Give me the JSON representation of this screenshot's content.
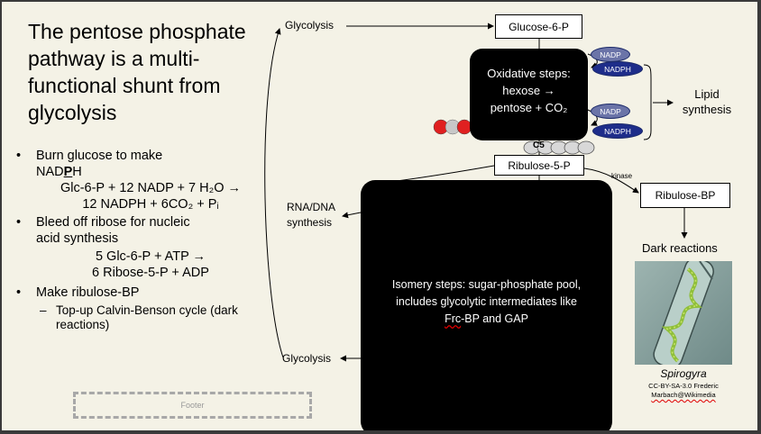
{
  "title": "The pentose phosphate pathway is a multi-functional shunt from glycolysis",
  "bullets": {
    "b1_line1": "Burn glucose to make",
    "b1_line2_pre": "NAD",
    "b1_line2_bold": "P",
    "b1_line2_post": "H",
    "b1_eq1": "Glc-6-P + 12 NADP + 7 H₂O →",
    "b1_eq2": "12 NADPH + 6CO₂ + Pᵢ",
    "b2_line1": "Bleed off ribose for nucleic",
    "b2_line2": "acid synthesis",
    "b2_eq1": "5 Glc-6-P + ATP →",
    "b2_eq2": "6 Ribose-5-P + ADP",
    "b3": "Make ribulose-BP",
    "b3_sub": "Top-up Calvin-Benson cycle (dark reactions)"
  },
  "footer": "Footer",
  "diagram": {
    "glycolysis_top": "Glycolysis",
    "glycolysis_bottom": "Glycolysis",
    "glucose6p": "Glucose-6-P",
    "oxidative_line1": "Oxidative steps:",
    "oxidative_line2": "hexose →",
    "oxidative_line3": "pentose + CO₂",
    "nadp": "NADP",
    "nadph": "NADPH",
    "lipid": "Lipid synthesis",
    "c5": "C5",
    "ribulose5p": "Ribulose-5-P",
    "kinase": "kinase",
    "ribulosebp": "Ribulose-BP",
    "dark_reactions": "Dark reactions",
    "rna_dna": "RNA/DNA synthesis",
    "isomery_l1": "Isomery steps: sugar-phosphate pool,",
    "isomery_l2": "includes glycolytic intermediates like",
    "isomery_l3_a": "Frc",
    "isomery_l3_b": "-BP and GAP",
    "spirogyra": "Spirogyra",
    "credit_l1": "CC-BY-SA-3.0 Frederic",
    "credit_l2": "Marbach@Wikimedia"
  },
  "colors": {
    "background": "#f4f2e6",
    "nadp": "#6b74a8",
    "nadph": "#1e2d8a",
    "co2_oxygen": "#e02020",
    "co2_carbon": "#c8c8c8"
  }
}
